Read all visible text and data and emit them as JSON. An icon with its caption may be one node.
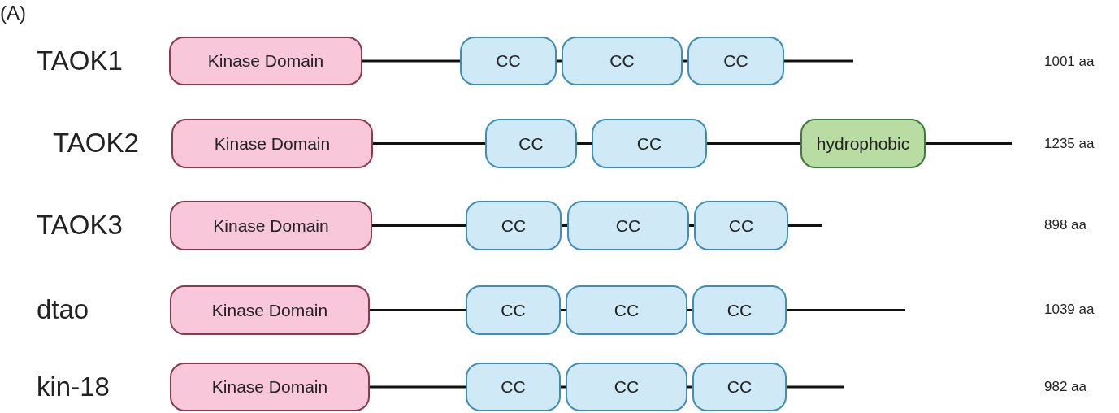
{
  "diagram": {
    "nodes": [
      {
        "text": [
          "Kinase Domain"
        ]
      },
      {
        "text": [
          "CC"
        ]
      },
      {
        "text": [
          "CC"
        ]
      },
      {
        "text": [
          "CC"
        ]
      },
      {
        "text": [
          "Kinase Domain"
        ]
      },
      {
        "text": [
          "CC"
        ]
      },
      {
        "text": [
          "CC"
        ]
      },
      {
        "text": [
          "hydrophobic"
        ]
      },
      {
        "text": [
          "Kinase Domain"
        ]
      },
      {
        "text": [
          "CC"
        ]
      },
      {
        "text": [
          "CC"
        ]
      },
      {
        "text": [
          "CC"
        ]
      },
      {
        "text": [
          "Kinase Domain"
        ]
      },
      {
        "text": [
          "CC"
        ]
      },
      {
        "text": [
          "CC"
        ]
      },
      {
        "text": [
          "CC"
        ]
      },
      {
        "text": [
          "Kinase Domain"
        ]
      },
      {
        "text": [
          "CC"
        ]
      },
      {
        "text": [
          "CC"
        ]
      },
      {
        "text": [
          "CC"
        ]
      }
    ],
    "edges": [
      {
        "from": 0,
        "to": 1,
        "arrow": "none"
      },
      {
        "from": 1,
        "to": 2,
        "arrow": "none"
      },
      {
        "from": 2,
        "to": 3,
        "arrow": "none"
      },
      {
        "from": 3,
        "to": null,
        "arrow": "none"
      },
      {
        "from": 4,
        "to": 5,
        "arrow": "none"
      },
      {
        "from": 5,
        "to": 6,
        "arrow": "none"
      },
      {
        "from": 6,
        "to": 7,
        "arrow": "none"
      },
      {
        "from": 7,
        "to": null,
        "arrow": "none"
      },
      {
        "from": 8,
        "to": 9,
        "arrow": "none"
      },
      {
        "from": 9,
        "to": 10,
        "arrow": "none"
      },
      {
        "from": 10,
        "to": 11,
        "arrow": "none"
      },
      {
        "from": 11,
        "to": null,
        "arrow": "none"
      },
      {
        "from": 12,
        "to": 13,
        "arrow": "none"
      },
      {
        "from": 13,
        "to": 14,
        "arrow": "none"
      },
      {
        "from": 14,
        "to": 15,
        "arrow": "none"
      },
      {
        "from": 15,
        "to": null,
        "arrow": "none"
      },
      {
        "from": 16,
        "to": 17,
        "arrow": "none"
      },
      {
        "from": 17,
        "to": 18,
        "arrow": "none"
      },
      {
        "from": 18,
        "to": 19,
        "arrow": "none"
      },
      {
        "from": 19,
        "to": null,
        "arrow": "none"
      }
    ],
    "labels": [
      "(A)",
      "TAOK1",
      "1001 aa",
      "TAOK2",
      "1235 aa",
      "TAOK3",
      "898 aa",
      "dtao",
      "1039 aa",
      "kin-18",
      "982 aa"
    ]
  }
}
